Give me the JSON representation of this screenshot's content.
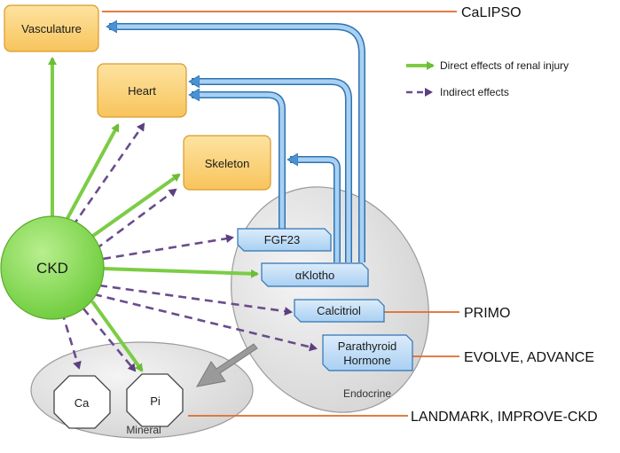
{
  "nodes": {
    "vasculature": "Vasculature",
    "heart": "Heart",
    "skeleton": "Skeleton",
    "ckd": "CKD",
    "fgf23": "FGF23",
    "aklotho": "αKlotho",
    "calcitriol": "Calcitriol",
    "pth_line1": "Parathyroid",
    "pth_line2": "Hormone",
    "ca": "Ca",
    "pi": "Pi"
  },
  "groups": {
    "endocrine": "Endocrine",
    "mineral": "Mineral"
  },
  "legend": {
    "direct": "Direct effects of renal injury",
    "indirect": "Indirect effects"
  },
  "trials": {
    "calipso": "CaLIPSO",
    "primo": "PRIMO",
    "evolve": "EVOLVE, ADVANCE",
    "landmark": "LANDMARK, IMPROVE-CKD"
  },
  "colors": {
    "organ_fill": "#fbcf74",
    "organ_stroke": "#d99a2b",
    "ckd_fill": "#8fdc5a",
    "direct_arrow": "#7ccc45",
    "indirect_arrow": "#6a4c8c",
    "blue_arrow": "#5aa0dc",
    "endo_box": "#bcdcf6",
    "trial_line": "#e06a2a"
  }
}
